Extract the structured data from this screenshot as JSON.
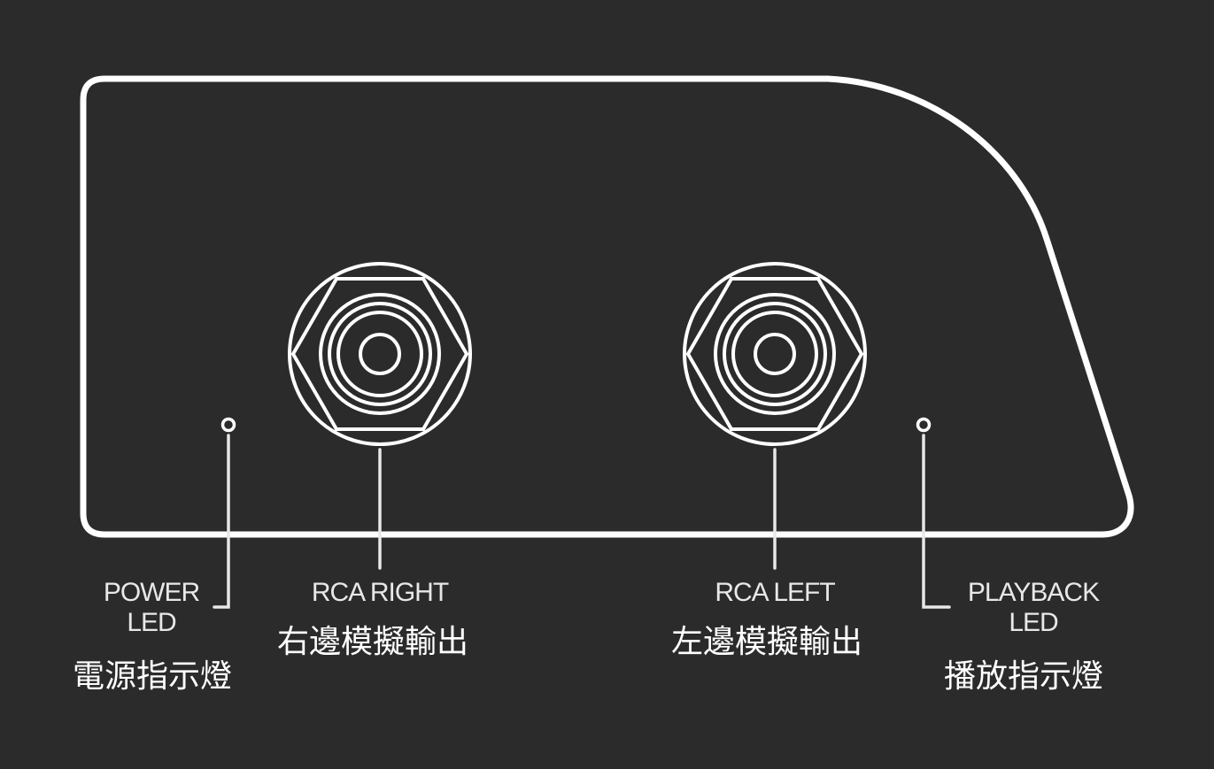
{
  "labels": {
    "power_led": {
      "en_line1": "POWER",
      "en_line2": "LED",
      "zh": "電源指示燈"
    },
    "rca_right": {
      "en": "RCA RIGHT",
      "zh": "右邊模擬輸出"
    },
    "rca_left": {
      "en": "RCA LEFT",
      "zh": "左邊模擬輸出"
    },
    "playback_led": {
      "en_line1": "PLAYBACK",
      "en_line2": "LED",
      "zh": "播放指示燈"
    }
  },
  "colors": {
    "background": "#2b2b2b",
    "stroke": "#ffffff"
  }
}
